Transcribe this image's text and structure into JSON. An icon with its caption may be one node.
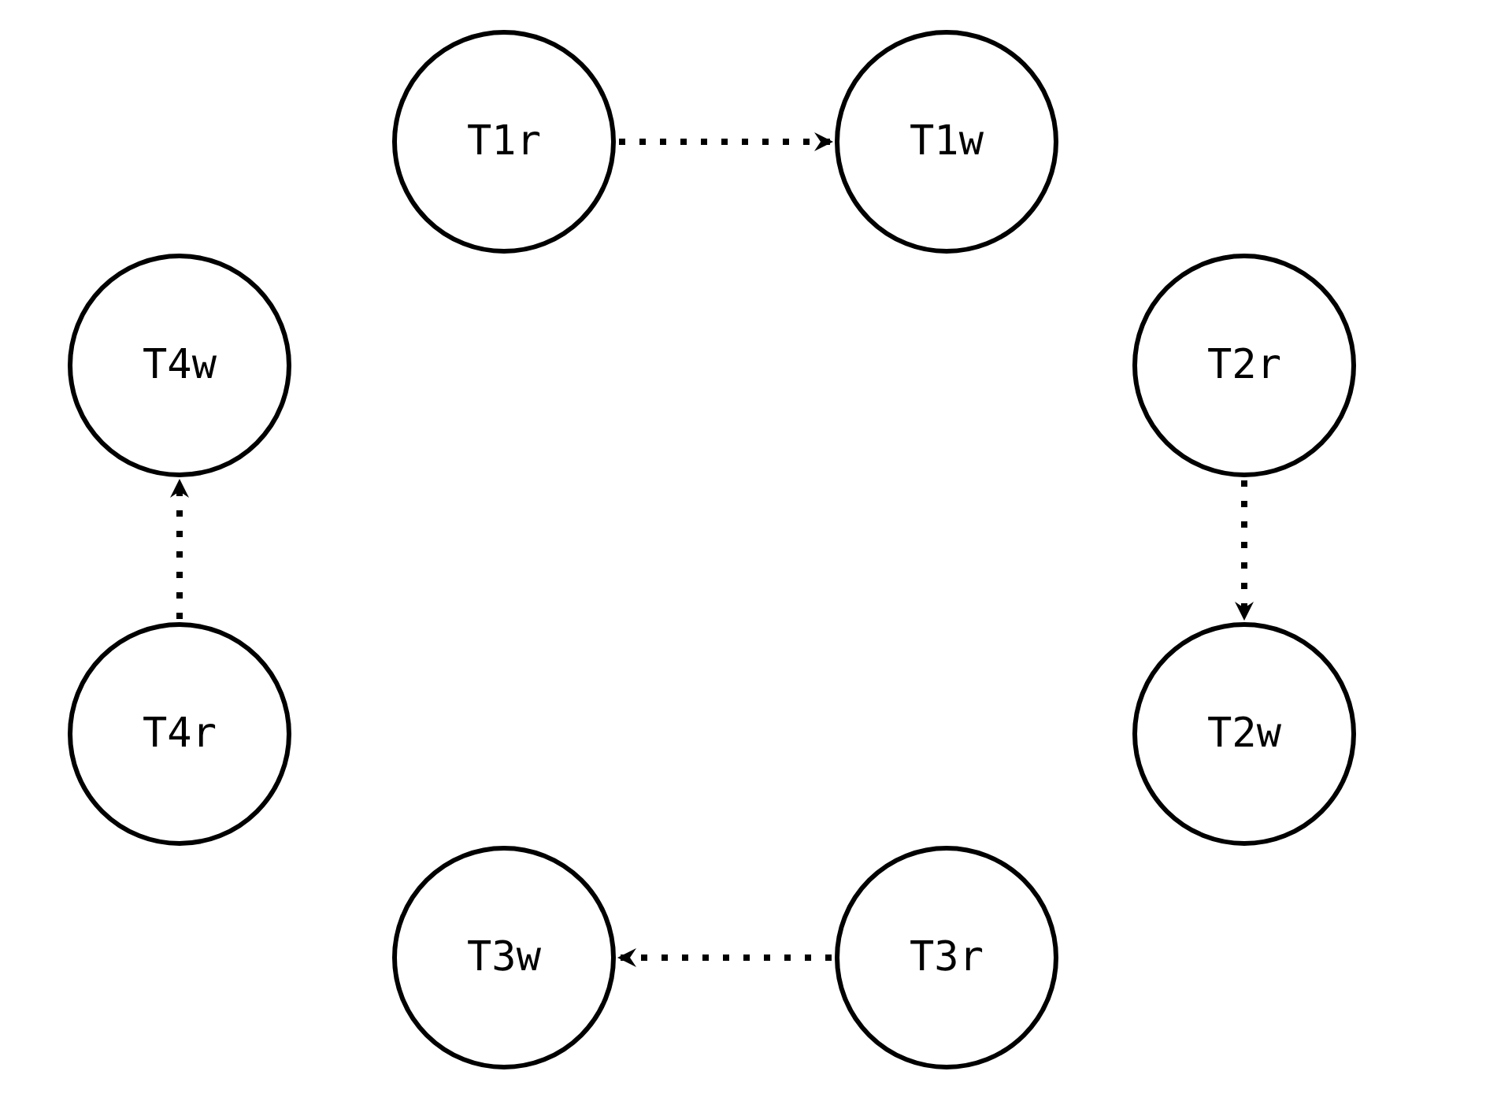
{
  "diagram": {
    "nodes": [
      {
        "text": [
          "T1r"
        ]
      },
      {
        "text": [
          "T1w"
        ]
      },
      {
        "text": [
          "T4w"
        ]
      },
      {
        "text": [
          "T2r"
        ]
      },
      {
        "text": [
          "T4r"
        ]
      },
      {
        "text": [
          "T2w"
        ]
      },
      {
        "text": [
          "T3w"
        ]
      },
      {
        "text": [
          "T3r"
        ]
      }
    ],
    "edges": [
      {
        "from": 0,
        "to": 1,
        "arrow": "to"
      },
      {
        "from": 3,
        "to": 5,
        "arrow": "to"
      },
      {
        "from": 7,
        "to": 6,
        "arrow": "to"
      },
      {
        "from": 4,
        "to": 2,
        "arrow": "to"
      }
    ]
  }
}
